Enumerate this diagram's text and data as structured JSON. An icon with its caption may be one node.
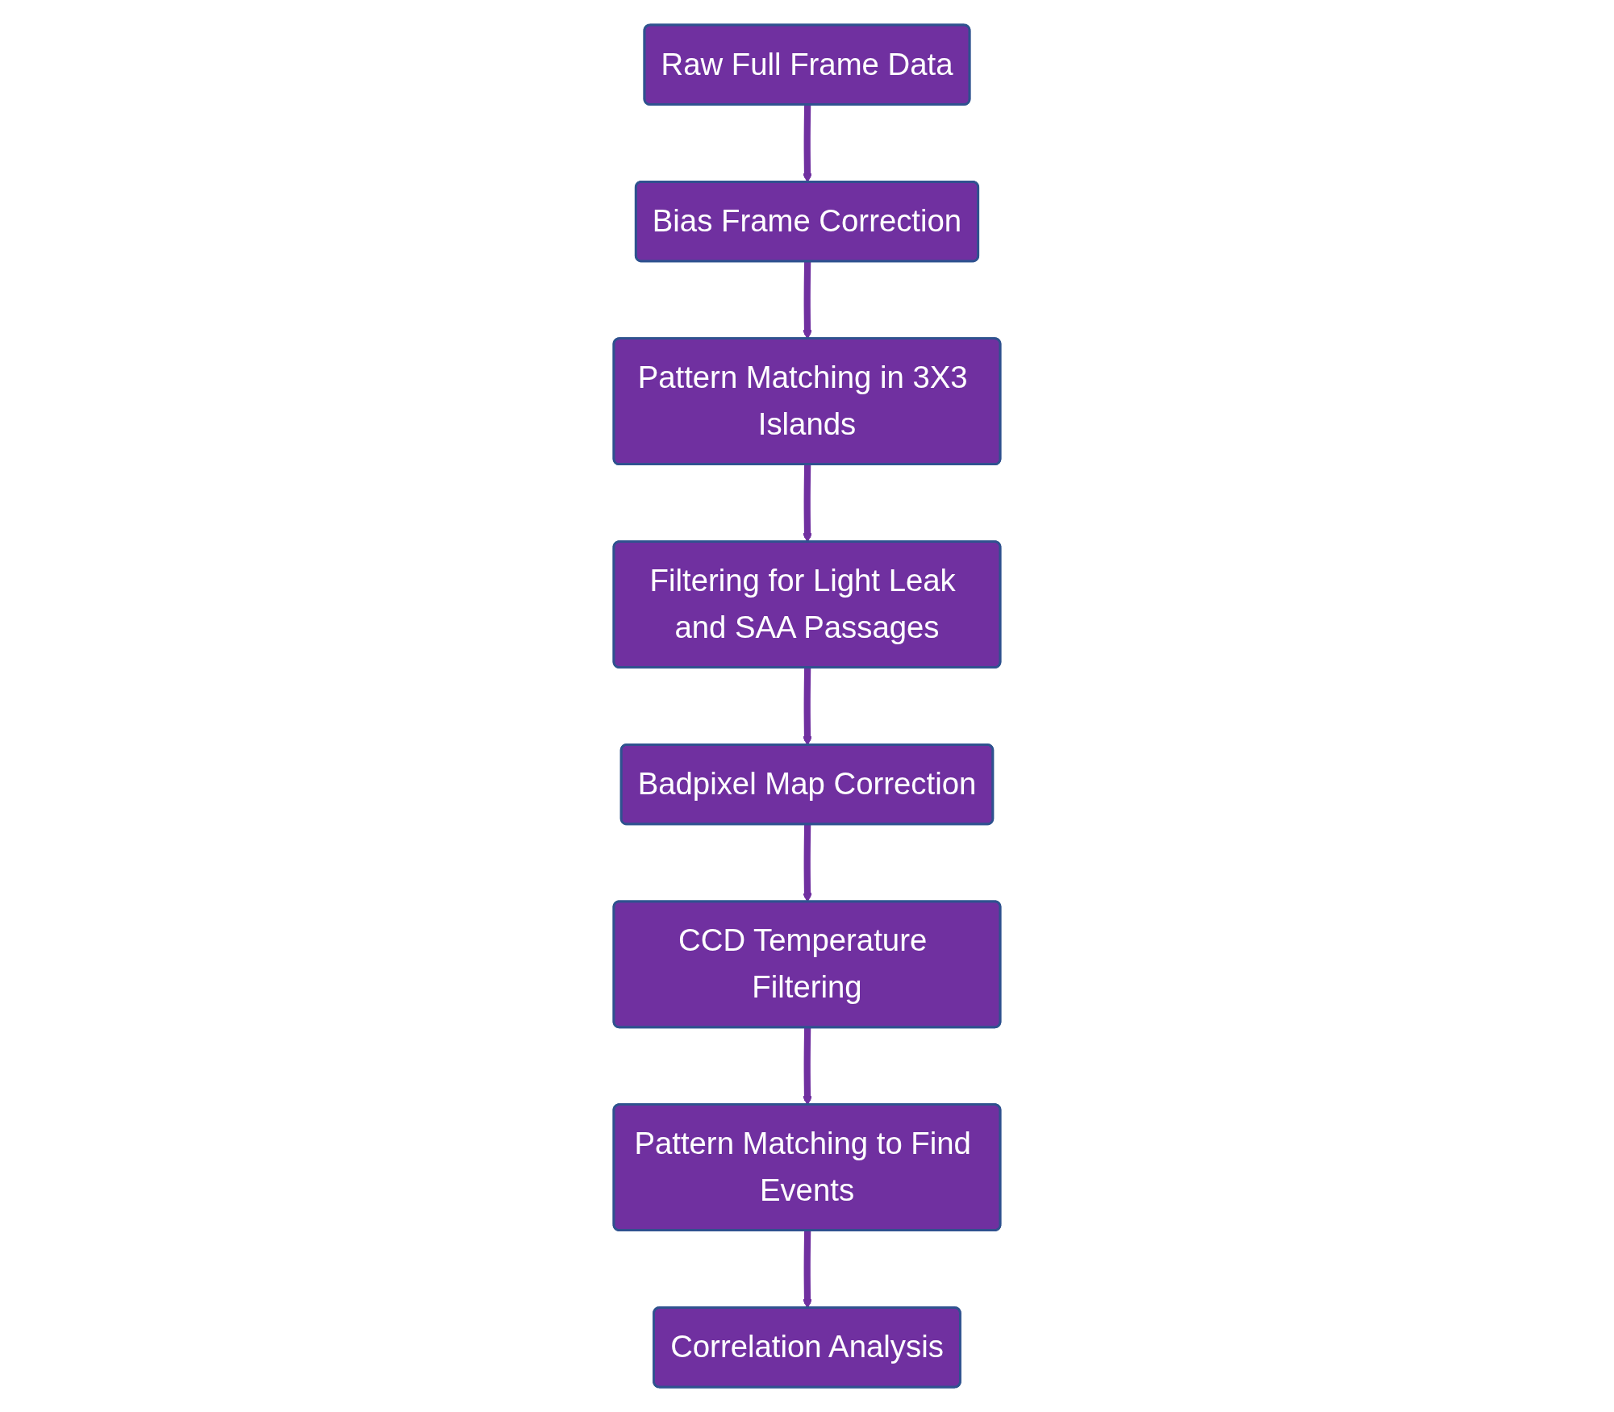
{
  "diagram": {
    "nodes": [
      {
        "text": [
          "Raw Full Frame Data"
        ]
      },
      {
        "text": [
          "Bias Frame Correction"
        ]
      },
      {
        "text": [
          "Pattern Matching in 3X3 Islands"
        ]
      },
      {
        "text": [
          "Filtering for Light Leak and SAA Passages"
        ]
      },
      {
        "text": [
          "Badpixel Map Correction"
        ]
      },
      {
        "text": [
          "CCD Temperature Filtering"
        ]
      },
      {
        "text": [
          "Pattern Matching to Find Events"
        ]
      },
      {
        "text": [
          "Correlation Analysis"
        ]
      }
    ],
    "edges": [
      {
        "from": 0,
        "to": 1,
        "arrow": "to"
      },
      {
        "from": 1,
        "to": 2,
        "arrow": "to"
      },
      {
        "from": 2,
        "to": 3,
        "arrow": "to"
      },
      {
        "from": 3,
        "to": 4,
        "arrow": "to"
      },
      {
        "from": 4,
        "to": 5,
        "arrow": "to"
      },
      {
        "from": 5,
        "to": 6,
        "arrow": "to"
      },
      {
        "from": 6,
        "to": 7,
        "arrow": "to"
      }
    ]
  }
}
